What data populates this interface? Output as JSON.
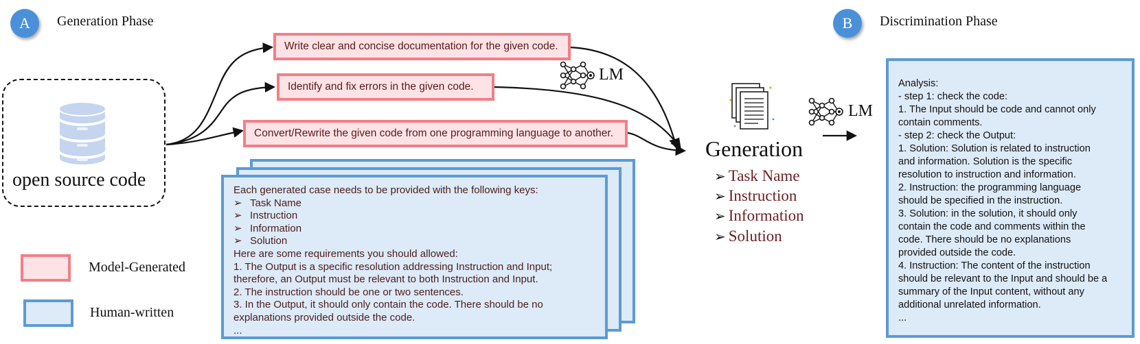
{
  "phase_a": {
    "badge": "A",
    "title": "Generation Phase"
  },
  "phase_b": {
    "badge": "B",
    "title": "Discrimination Phase"
  },
  "source": {
    "label": "open source code",
    "icon": "database-icon"
  },
  "tasks": [
    "Write clear and concise documentation for the given code.",
    "Identify and fix errors in the given code.",
    "Convert/Rewrite the given code from one programming language to another."
  ],
  "prompt": {
    "intro": "Each generated case needs to be provided with the following keys:",
    "keys": [
      "Task Name",
      "Instruction",
      "Information",
      "Solution"
    ],
    "requirements_intro": "Here are some requirements you should allowed:",
    "requirements": [
      "1. The Output is a specific resolution addressing Instruction and Input;",
      "therefore, an Output must be relevant to both Instruction and Input.",
      "2. The instruction should be one or two sentences.",
      "3. In the Output, it should only contain the code. There should be no",
      "explanations provided outside the code.",
      "..."
    ]
  },
  "lm_label": "LM",
  "generation": {
    "title": "Generation",
    "keys": [
      "Task Name",
      "Instruction",
      "Information",
      "Solution"
    ]
  },
  "analysis": {
    "lines": [
      "Analysis:",
      "- step 1: check the code:",
      "1. The Input should be code and cannot only",
      "contain comments.",
      "- step 2: check the Output:",
      "1. Solution: Solution is related to instruction",
      "and information. Solution is the specific",
      "resolution to instruction and information.",
      "2. Instruction: the programming language",
      "should be specified in the instruction.",
      "3. Solution: in the solution, it should only",
      "contain the code and comments within the",
      "code. There should be no explanations",
      "provided outside the code.",
      "4. Instruction: The content of the instruction",
      "should be relevant to the Input and should be a",
      "summary of the Input content, without any",
      "additional unrelated information.",
      "..."
    ]
  },
  "legend": {
    "model_generated": "Model-Generated",
    "human_written": "Human-written"
  },
  "colors": {
    "badge": "#4a90d9",
    "red_fill": "#fde3e6",
    "red_border": "#f27f87",
    "blue_fill": "#ddeaf7",
    "blue_border": "#5b9bd5",
    "dark_red_text": "#6b1f24"
  }
}
